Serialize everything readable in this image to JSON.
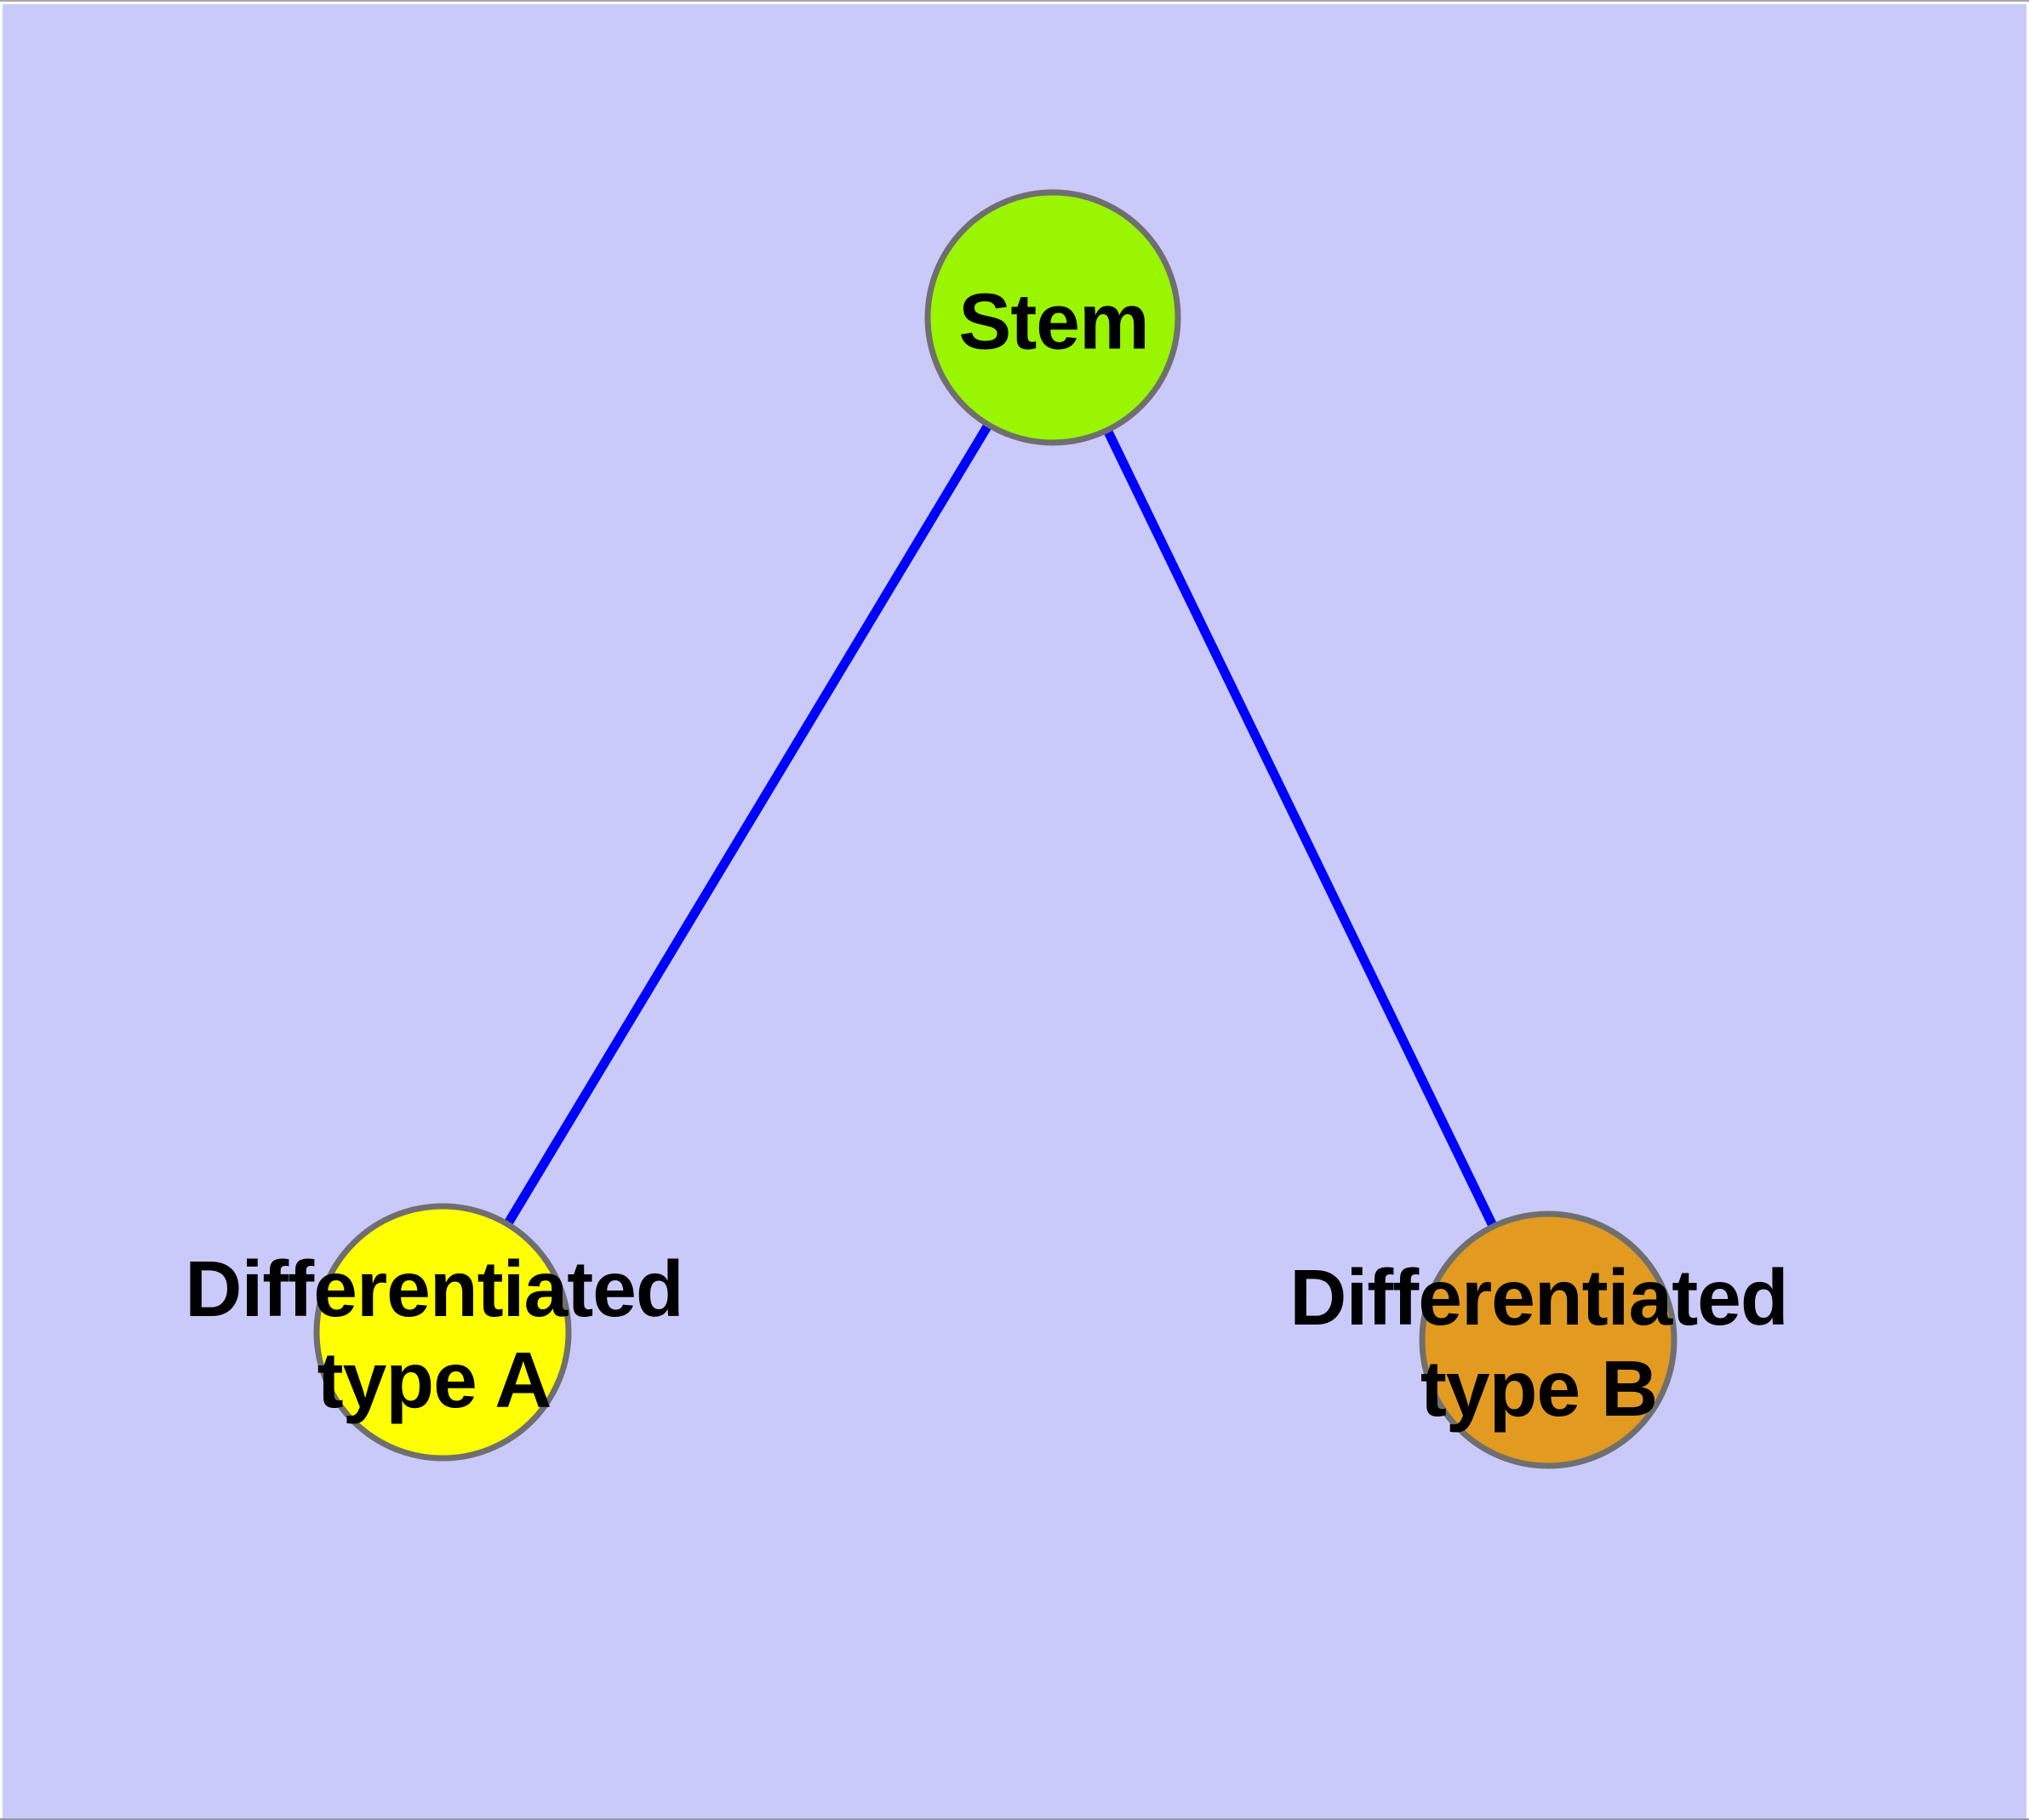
{
  "diagram": {
    "type": "graph",
    "background_color": "#cacafa",
    "node_border_color": "#6f6f6f",
    "text_color": "#000000",
    "nodes": [
      {
        "id": "stem",
        "label": "Stem",
        "fill": "#99f500"
      },
      {
        "id": "differentiated-type-a",
        "label": "Differentiated\ntype A",
        "fill": "#ffff00"
      },
      {
        "id": "differentiated-type-b",
        "label": "Differentiated\ntype B",
        "fill": "#e29a20"
      }
    ],
    "edges": [
      {
        "from": "Stem",
        "to": "Differentiated type A",
        "color": "#0000ff"
      },
      {
        "from": "Stem",
        "to": "Differentiated type B",
        "color": "#0000ff"
      }
    ]
  }
}
